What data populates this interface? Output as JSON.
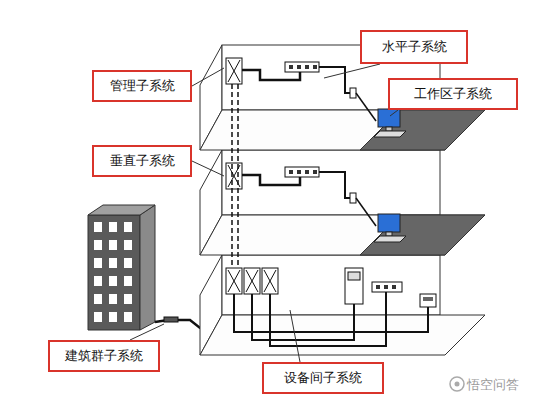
{
  "diagram": {
    "nodes": [
      {
        "text": [
          "水平子系统"
        ]
      },
      {
        "text": [
          "管理子系统"
        ]
      },
      {
        "text": [
          "工作区子系统"
        ]
      },
      {
        "text": [
          "垂直子系统"
        ]
      },
      {
        "text": [
          "建筑群子系统"
        ]
      },
      {
        "text": [
          "设备间子系统"
        ]
      }
    ],
    "labels": [
      "悟空问答"
    ]
  }
}
